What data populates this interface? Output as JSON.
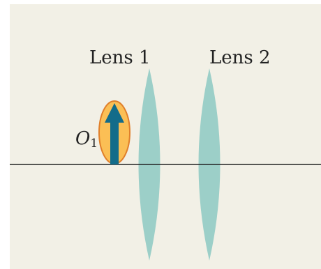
{
  "colors": {
    "background": "#f2f0e6",
    "lens_fill": "#9ccfc8",
    "axis": "#222222",
    "object_fill": "#fbbf55",
    "object_stroke": "#e07f2a",
    "arrow": "#136c8a",
    "text": "#222222"
  },
  "lens1": {
    "label": "Lens 1"
  },
  "lens2": {
    "label": "Lens 2"
  },
  "object": {
    "letter": "O",
    "subscript": "1",
    "icon": "upright-arrow-icon"
  }
}
